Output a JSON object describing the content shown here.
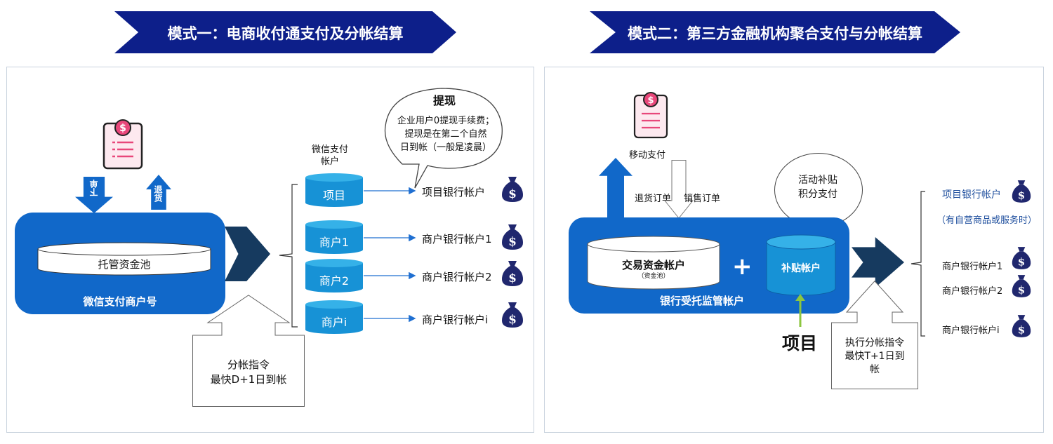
{
  "mode1": {
    "banner": "模式一：电商收付通支付及分帐结算",
    "receipt_icon": "payment-receipt-icon",
    "arrow_down_label": "下单",
    "arrow_up_label": "退货",
    "pool_label": "托管资金池",
    "merchant_label": "微信支付商户号",
    "wechat_account_label": "微信支付\n帐户",
    "withdraw_title": "提现",
    "withdraw_text": "企业用户0提现手续费；\n提现是在第二个自然\n日到帐（一般是凌晨）",
    "split_instruction": "分帐指令\n最快D+1日到帐",
    "accounts": [
      {
        "cylinder": "项目",
        "bank": "项目银行帐户",
        "icon": "money-bag-icon"
      },
      {
        "cylinder": "商户1",
        "bank": "商户银行帐户1",
        "icon": "money-bag-icon"
      },
      {
        "cylinder": "商户2",
        "bank": "商户银行帐户2",
        "icon": "money-bag-icon"
      },
      {
        "cylinder": "商户i",
        "bank": "商户银行帐户i",
        "icon": "money-bag-icon"
      }
    ]
  },
  "mode2": {
    "banner": "模式二：第三方金融机构聚合支付与分帐结算",
    "receipt_icon": "payment-receipt-icon",
    "mobile_pay": "移动支付",
    "refund_order": "退货订单",
    "sales_order": "销售订单",
    "subsidy_bubble": "活动补贴\n积分支付",
    "trade_account": "交易资金帐户",
    "trade_account_sub": "（资金池）",
    "plus": "+",
    "subsidy_account": "补贴帐户",
    "bank_custody": "银行受托监管帐户",
    "project": "项目",
    "execute_instruction": "执行分帐指令\n最快T+1日到\n帐",
    "accounts": [
      {
        "bank": "项目银行帐户",
        "note": "（有自营商品或服务时）",
        "icon": "money-bag-icon"
      },
      {
        "bank": "商户银行帐户1",
        "icon": "money-bag-icon"
      },
      {
        "bank": "商户银行帐户2",
        "icon": "money-bag-icon"
      },
      {
        "bank": "商户银行帐户i",
        "icon": "money-bag-icon"
      }
    ]
  },
  "colors": {
    "banner": "#0d1f8a",
    "blue": "#1168c9",
    "dark_navy": "#163a5f",
    "cyl_top": "#35b1e8",
    "cyl_body": "#1792d6",
    "bag": "#20276e",
    "receipt_pink": "#e8477a",
    "green": "#8cc63f",
    "line_blue": "#1f6fd1"
  }
}
